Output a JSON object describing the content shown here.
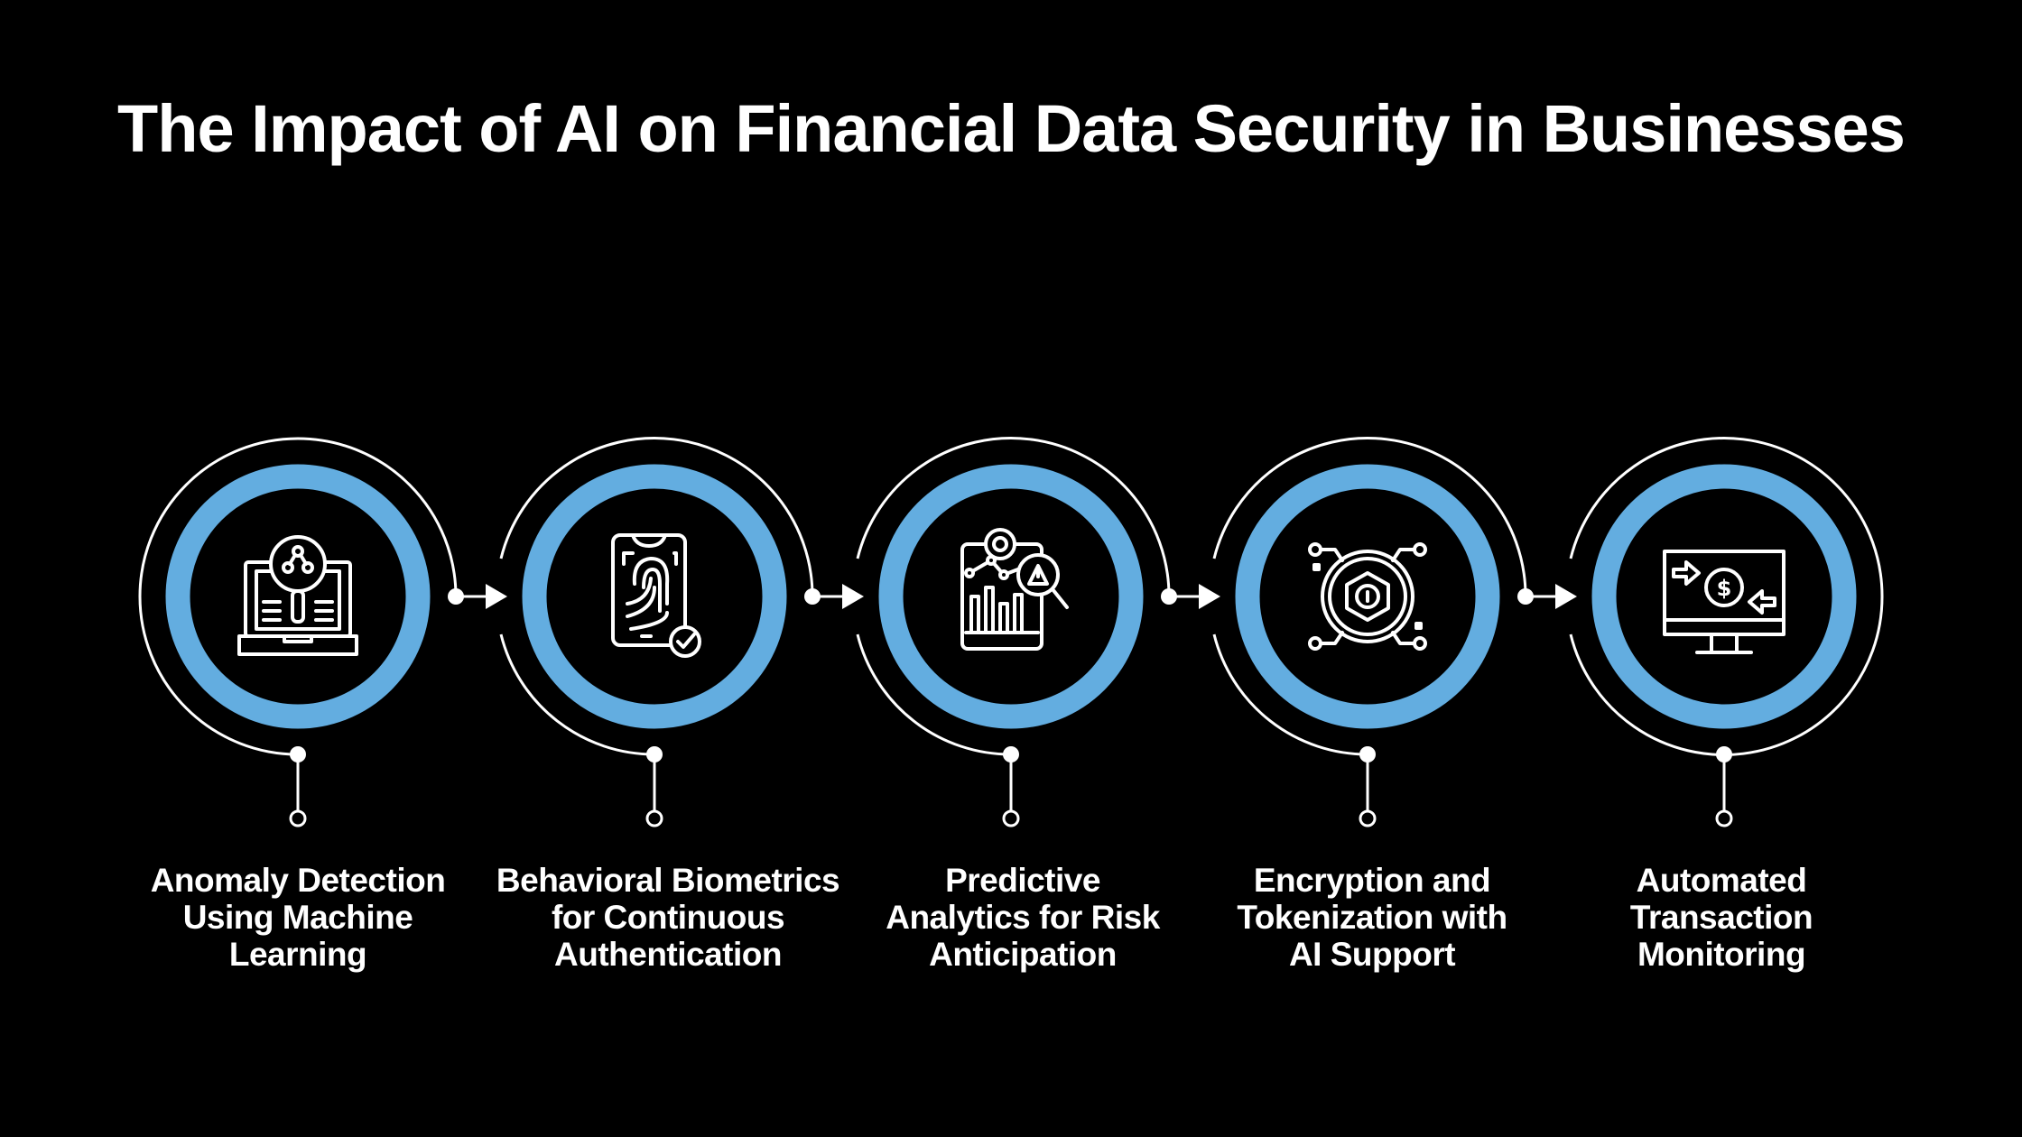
{
  "title": "The Impact of AI on Financial Data Security in Businesses",
  "colors": {
    "background": "#000000",
    "ring": "#63ADE0",
    "line": "#FFFFFF",
    "text": "#FFFFFF"
  },
  "steps": [
    {
      "icon": "laptop-network-search-icon",
      "lines": [
        "Anomaly Detection",
        "Using Machine",
        "Learning"
      ]
    },
    {
      "icon": "phone-fingerprint-check-icon",
      "lines": [
        "Behavioral Biometrics",
        "for Continuous",
        "Authentication"
      ]
    },
    {
      "icon": "report-chart-warning-search-icon",
      "lines": [
        "Predictive",
        "Analytics for Risk",
        "Anticipation"
      ]
    },
    {
      "icon": "hexagon-lock-circuit-icon",
      "lines": [
        "Encryption and",
        "Tokenization with",
        "AI Support"
      ]
    },
    {
      "icon": "monitor-dollar-transfer-icon",
      "lines": [
        "Automated",
        "Transaction",
        "Monitoring"
      ]
    }
  ]
}
